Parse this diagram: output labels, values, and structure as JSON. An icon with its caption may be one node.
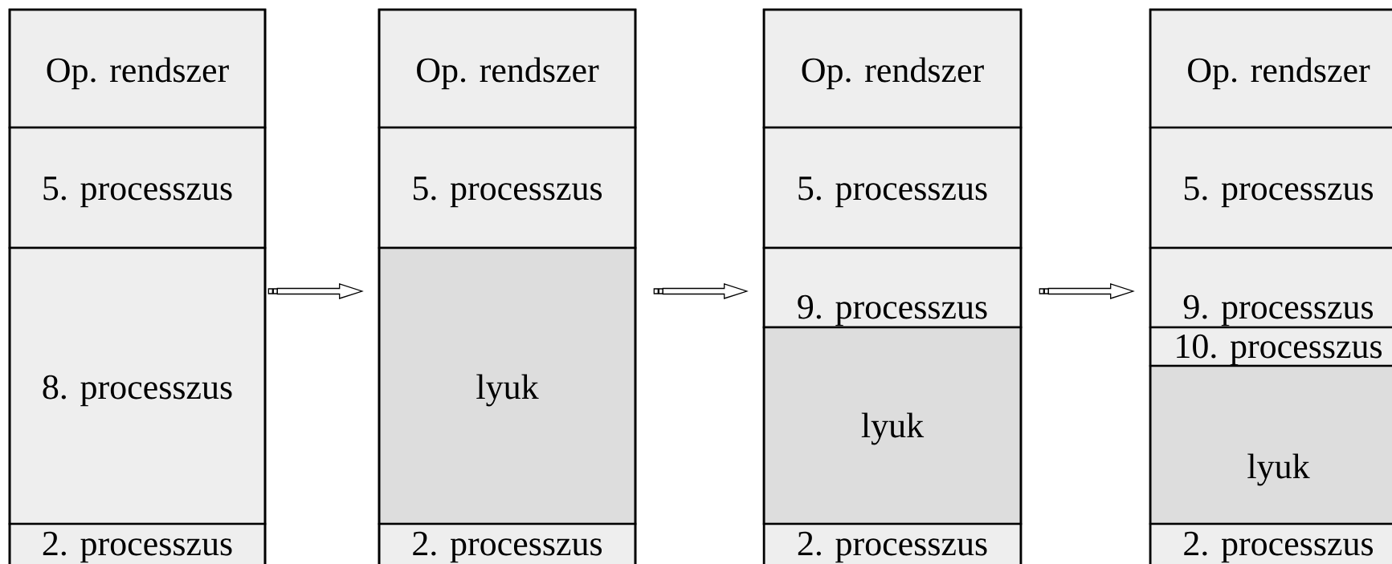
{
  "diagram": {
    "nodes": [
      {
        "text": [],
        "shape": "box"
      },
      {
        "text": [
          "Op. rendszer"
        ],
        "in": 0
      },
      {
        "text": [
          "5. processzus"
        ],
        "in": 0
      },
      {
        "text": [
          "8. processzus"
        ],
        "in": 0
      },
      {
        "text": [
          "2. processzus"
        ],
        "in": 0
      },
      {
        "text": [],
        "shape": "box"
      },
      {
        "text": [
          "Op. rendszer"
        ],
        "in": 5
      },
      {
        "text": [
          "5. processzus"
        ],
        "in": 5
      },
      {
        "text": [
          "lyuk"
        ],
        "in": 5
      },
      {
        "text": [
          "2. processzus"
        ],
        "in": 5
      },
      {
        "text": [],
        "shape": "box"
      },
      {
        "text": [
          "Op. rendszer"
        ],
        "in": 10
      },
      {
        "text": [
          "5. processzus"
        ],
        "in": 10
      },
      {
        "text": [
          "9. processzus"
        ],
        "in": 10
      },
      {
        "text": [
          "lyuk"
        ],
        "in": 10
      },
      {
        "text": [
          "2. processzus"
        ],
        "in": 10
      },
      {
        "text": [],
        "shape": "box"
      },
      {
        "text": [
          "Op. rendszer"
        ],
        "in": 16
      },
      {
        "text": [
          "5. processzus"
        ],
        "in": 16
      },
      {
        "text": [
          "9. processzus"
        ],
        "in": 16
      },
      {
        "text": [
          "10. processzus"
        ],
        "in": 16
      },
      {
        "text": [
          "lyuk"
        ],
        "in": 16
      },
      {
        "text": [
          "2. processzus"
        ],
        "in": 16
      }
    ],
    "edges": [
      {
        "from": 0,
        "to": 5,
        "arrow": "to"
      },
      {
        "from": 5,
        "to": 10,
        "arrow": "to"
      },
      {
        "from": 10,
        "to": 16,
        "arrow": "to"
      }
    ]
  }
}
